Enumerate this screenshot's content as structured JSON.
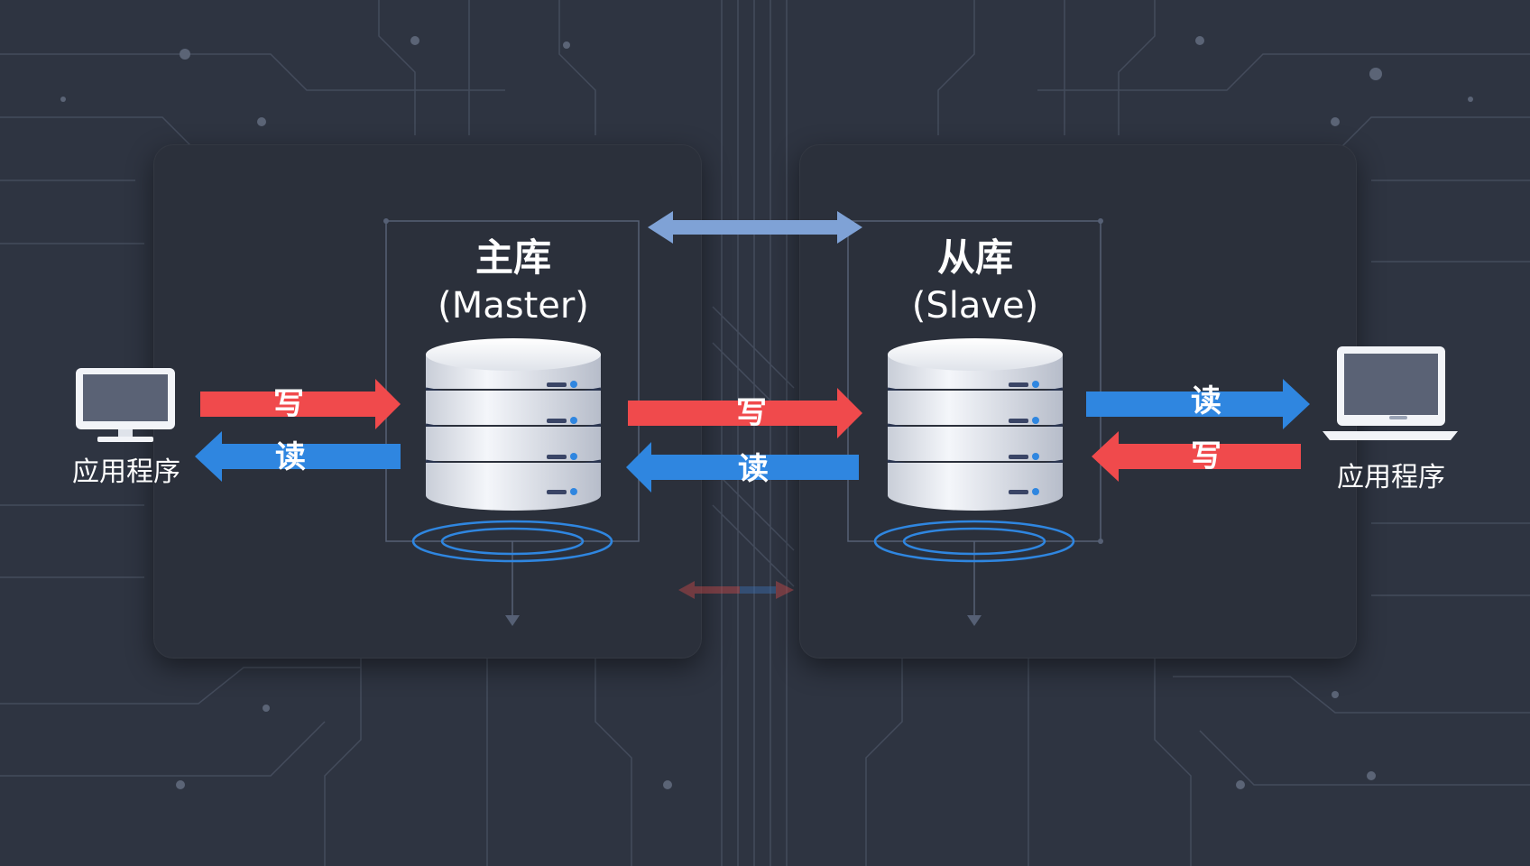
{
  "master": {
    "title": "主库",
    "subtitle": "(Master)"
  },
  "slave": {
    "title": "从库",
    "subtitle": "(Slave)"
  },
  "left_app": {
    "label": "应用程序"
  },
  "right_app": {
    "label": "应用程序"
  },
  "arrows": {
    "left_write": "写",
    "left_read": "读",
    "middle_write": "写",
    "middle_read": "读",
    "right_read": "读",
    "right_write": "写"
  },
  "colors": {
    "write": "#f04a4c",
    "read": "#2f86e0",
    "sync": "#7fa2d6",
    "background": "#2e3441",
    "panel": "#2b303b"
  }
}
